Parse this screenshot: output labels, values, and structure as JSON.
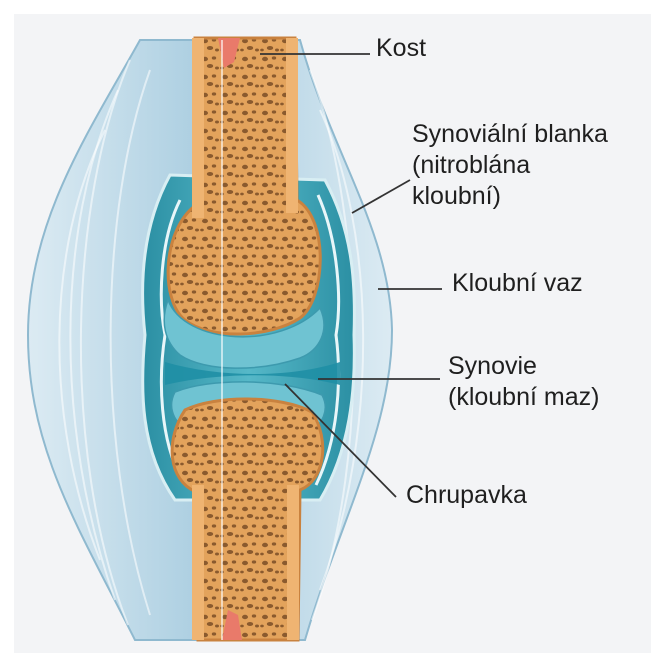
{
  "labels": {
    "bone": "Kost",
    "synovial_membrane": [
      "Synoviální blanka",
      "(nitroblána",
      "kloubní)"
    ],
    "joint_ligament": "Kloubní vaz",
    "synovial_fluid": [
      "Synovie",
      "(kloubní maz)"
    ],
    "cartilage": "Chrupavka"
  },
  "colors": {
    "bone": "#e8a861",
    "bone_spongy": "#8a5a2e",
    "marrow": "#e97a6a",
    "ligament": "#bcd9ea",
    "capsule": "#3fa6b8",
    "cartilage": "#6fc3d2",
    "background": "#f3f4f6"
  }
}
